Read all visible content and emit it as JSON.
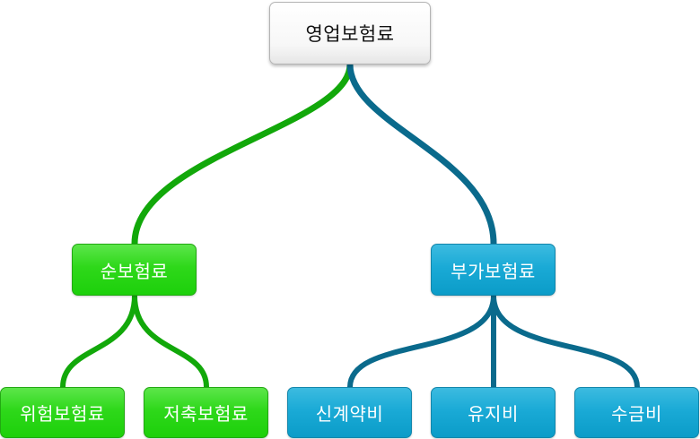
{
  "colors": {
    "green_branch": "#12a80a",
    "blue_branch": "#0a6a8c",
    "green_node": "#2ed81a",
    "blue_node": "#1aaad6",
    "root_node": "#f7f7f7"
  },
  "diagram": {
    "root": {
      "label": "영업보험료"
    },
    "branches": [
      {
        "label": "순보험료",
        "color": "green",
        "children": [
          {
            "label": "위험보험료"
          },
          {
            "label": "저축보험료"
          }
        ]
      },
      {
        "label": "부가보험료",
        "color": "blue",
        "children": [
          {
            "label": "신계약비"
          },
          {
            "label": "유지비"
          },
          {
            "label": "수금비"
          }
        ]
      }
    ]
  }
}
